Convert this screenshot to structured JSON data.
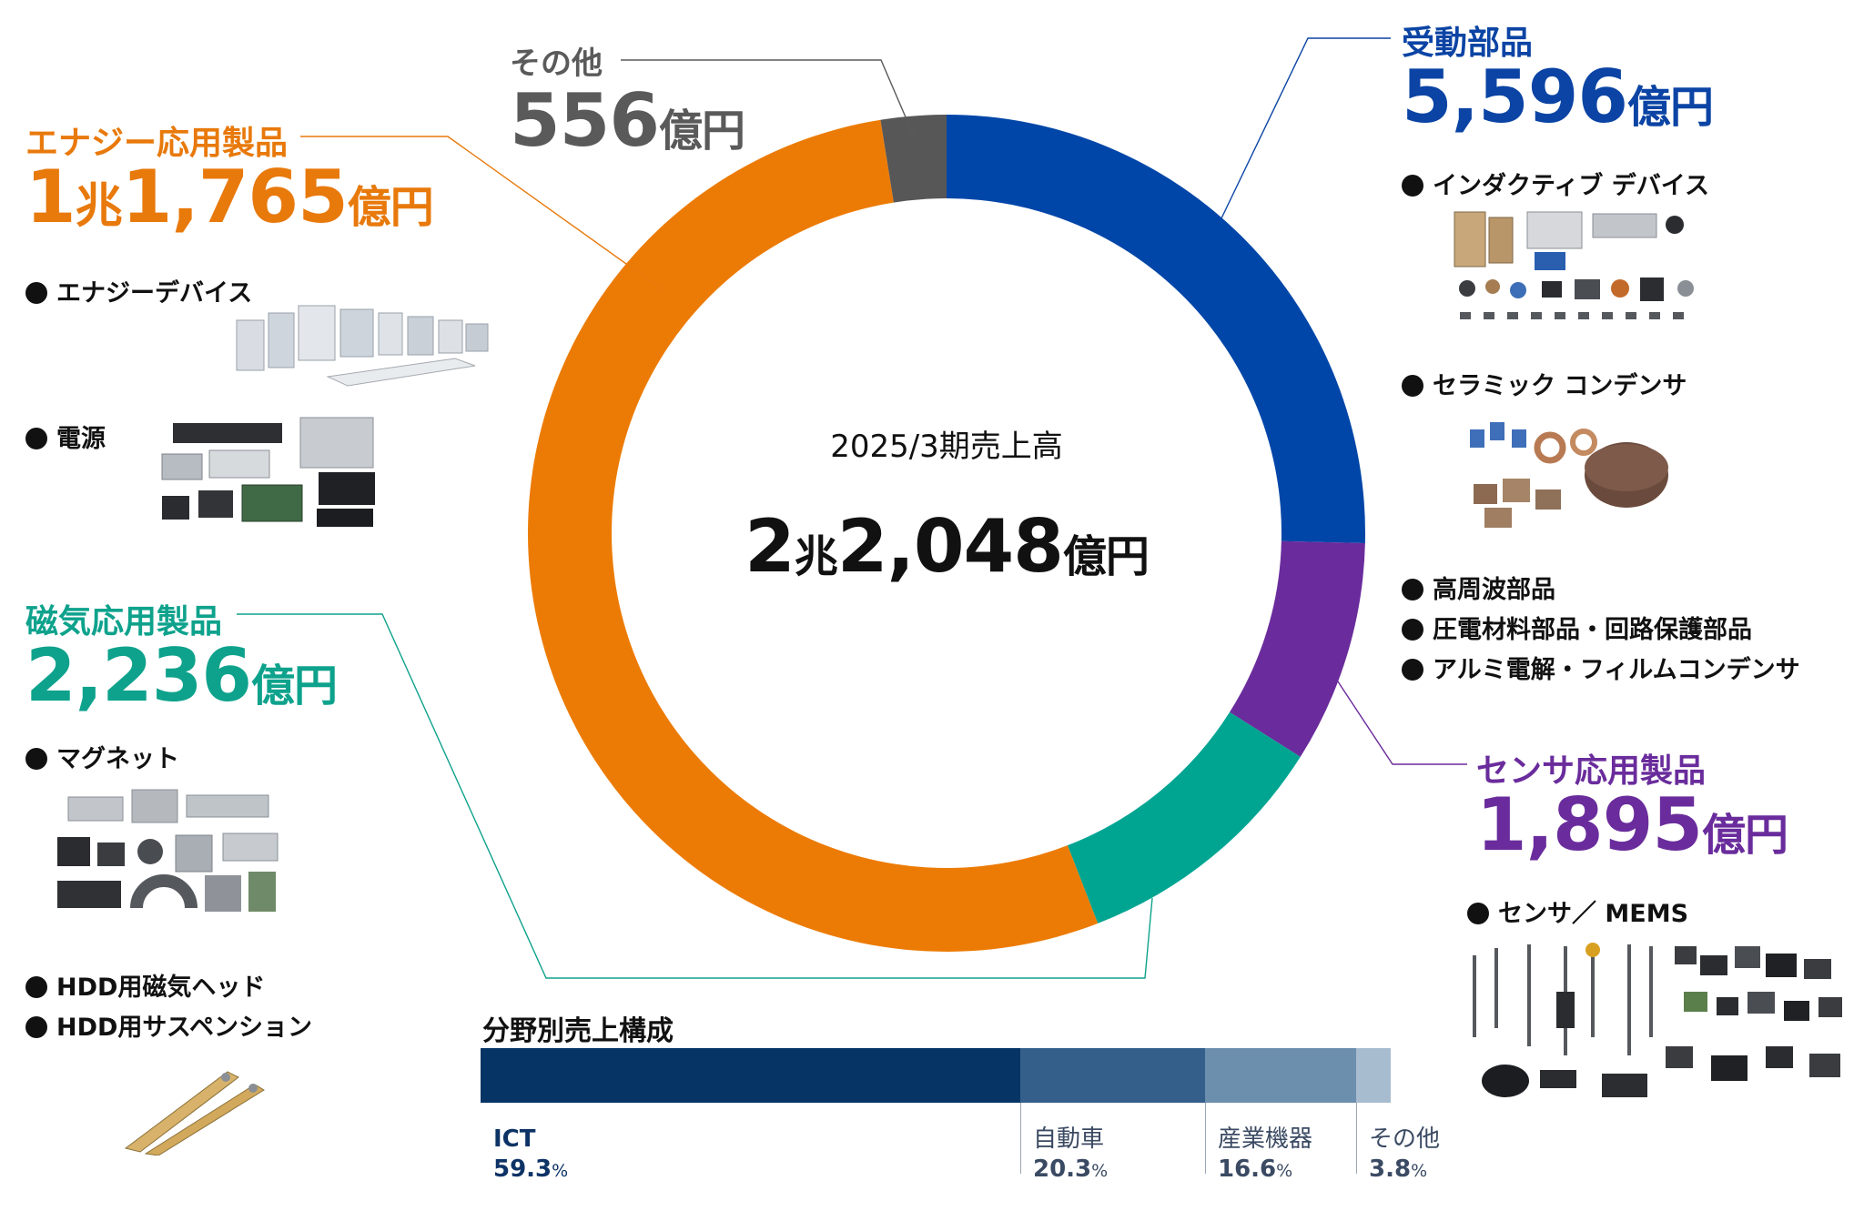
{
  "chart_data": [
    {
      "type": "pie",
      "title": "2025/3期売上高",
      "total_label": {
        "number_1": "2",
        "unit_1": "兆",
        "number_2": "2,048",
        "unit_2": "億円"
      },
      "categories": [
        "受動部品",
        "センサ応用製品",
        "磁気応用製品",
        "エナジー応用製品",
        "その他"
      ],
      "values": [
        5596,
        1895,
        2236,
        11765,
        556
      ],
      "unit": "億円",
      "colors": [
        "#0046a8",
        "#6a2c9c",
        "#00a592",
        "#ec7b05",
        "#575757"
      ],
      "segments": [
        {
          "name": "受動部品",
          "value_text": "5,596",
          "unit": "億円",
          "color": "#0b44a4",
          "items": [
            "インダクティブ デバイス",
            "セラミック コンデンサ",
            "高周波部品",
            "圧電材料部品・回路保護部品",
            "アルミ電解・フィルムコンデンサ"
          ]
        },
        {
          "name": "センサ応用製品",
          "value_text": "1,895",
          "unit": "億円",
          "color": "#6a2c9c",
          "items": [
            "センサ／ MEMS"
          ]
        },
        {
          "name": "磁気応用製品",
          "value_text": "2,236",
          "unit": "億円",
          "color": "#0ea28c",
          "items": [
            "マグネット",
            "HDD用磁気ヘッド",
            "HDD用サスペンション"
          ]
        },
        {
          "name": "エナジー応用製品",
          "value_parts": [
            "1",
            "兆",
            "1,765"
          ],
          "unit": "億円",
          "color": "#e8790b",
          "items": [
            "エナジーデバイス",
            "電源"
          ]
        },
        {
          "name": "その他",
          "value_text": "556",
          "unit": "億円",
          "color": "#5a5a5a",
          "items": []
        }
      ]
    },
    {
      "type": "bar",
      "orientation": "horizontal-stacked",
      "title": "分野別売上構成",
      "categories": [
        "ICT",
        "自動車",
        "産業機器",
        "その他"
      ],
      "values": [
        59.3,
        20.3,
        16.6,
        3.8
      ],
      "unit": "%",
      "colors": [
        "#063465",
        "#355f8b",
        "#6d8fae",
        "#a8bccf"
      ]
    }
  ]
}
